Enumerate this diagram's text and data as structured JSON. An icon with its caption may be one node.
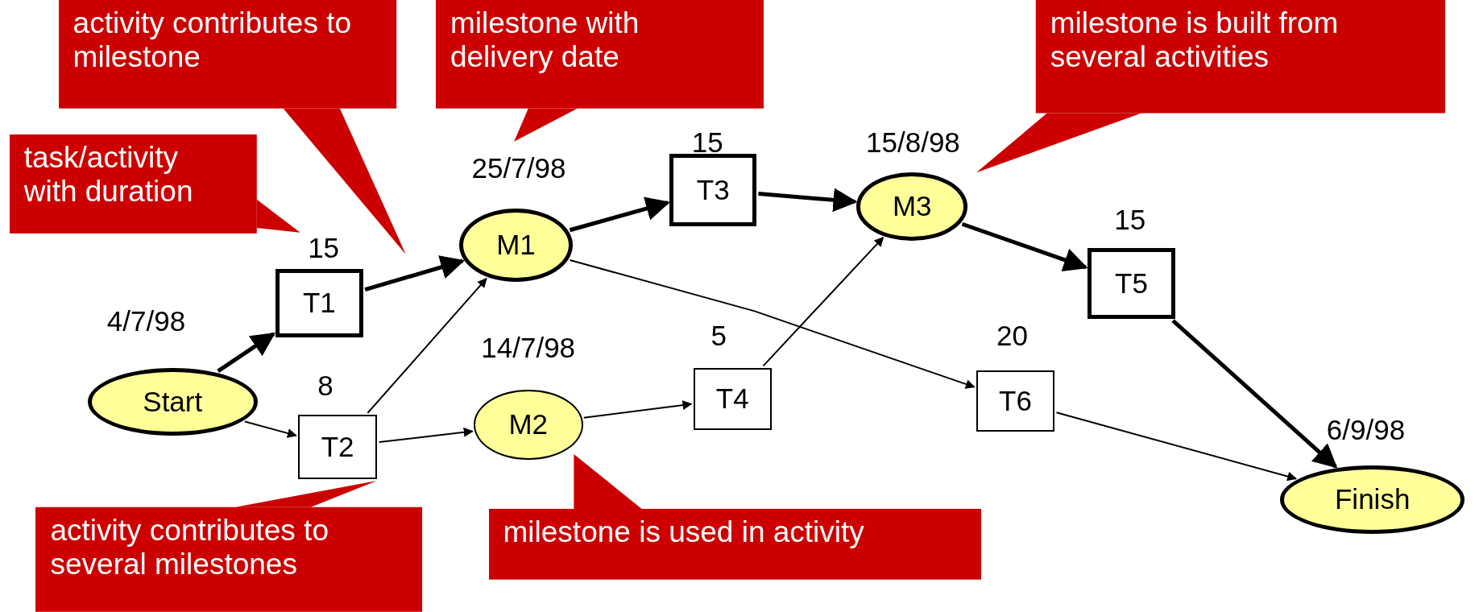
{
  "diagram": {
    "nodes": [
      {
        "text": [
          "activity contributes to milestone"
        ]
      },
      {
        "text": [
          "milestone with delivery date"
        ]
      },
      {
        "text": [
          "milestone is built from several activities"
        ]
      },
      {
        "text": [
          "task/activity with duration"
        ]
      },
      {
        "text": [
          "Start"
        ],
        "beside": [
          "4/7/98"
        ]
      },
      {
        "text": [
          "T1"
        ],
        "beside": [
          "15"
        ]
      },
      {
        "text": [
          "T2"
        ],
        "beside": [
          "8"
        ]
      },
      {
        "text": [
          "M1"
        ],
        "beside": [
          "25/7/98"
        ]
      },
      {
        "text": [
          "M2"
        ],
        "beside": [
          "14/7/98"
        ]
      },
      {
        "text": [
          "T3"
        ],
        "beside": [
          "15"
        ]
      },
      {
        "text": [
          "T4"
        ],
        "beside": [
          "5"
        ]
      },
      {
        "text": [
          "M3"
        ],
        "beside": [
          "15/8/98"
        ]
      },
      {
        "text": [
          "T5"
        ],
        "beside": [
          "15"
        ]
      },
      {
        "text": [
          "T6"
        ],
        "beside": [
          "20"
        ]
      },
      {
        "text": [
          "Finish"
        ],
        "beside": [
          "6/9/98"
        ]
      },
      {
        "text": [
          "activity contributes to several milestones"
        ]
      },
      {
        "text": [
          "milestone is used in activity"
        ]
      }
    ],
    "edges": [
      {
        "from": 4,
        "to": 5,
        "arrow": "to",
        "style": "thick"
      },
      {
        "from": 4,
        "to": 6,
        "arrow": "to"
      },
      {
        "from": 5,
        "to": 7,
        "arrow": "to",
        "style": "thick"
      },
      {
        "from": 6,
        "to": 7,
        "arrow": "to"
      },
      {
        "from": 6,
        "to": 8,
        "arrow": "to"
      },
      {
        "from": 7,
        "to": 9,
        "arrow": "to",
        "style": "thick"
      },
      {
        "from": 8,
        "to": 10,
        "arrow": "to"
      },
      {
        "from": 9,
        "to": 11,
        "arrow": "to",
        "style": "thick"
      },
      {
        "from": 10,
        "to": 11,
        "arrow": "to"
      },
      {
        "from": 7,
        "to": 13,
        "arrow": "to"
      },
      {
        "from": 11,
        "to": 12,
        "arrow": "to",
        "style": "thick"
      },
      {
        "from": 12,
        "to": 14,
        "arrow": "to",
        "style": "thick"
      },
      {
        "from": 13,
        "to": 14,
        "arrow": "to"
      }
    ]
  }
}
